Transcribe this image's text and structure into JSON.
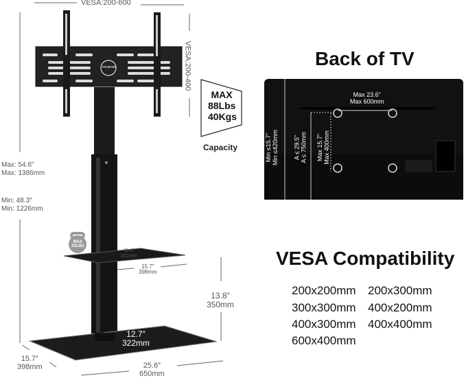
{
  "stand": {
    "vesa_horizontal": "VESA:200-600",
    "vesa_vertical": "VESA:200-400",
    "capacity": {
      "line1": "MAX",
      "line2": "88Lbs",
      "line3": "40Kgs",
      "label": "Capacity"
    },
    "brand_logo_text": "FITUEYES",
    "height_max": {
      "in": "Max: 54.6″",
      "mm": "Max: 1386mm"
    },
    "height_min": {
      "in": "Min: 48.3″",
      "mm": "Min: 1226mm"
    },
    "shelf_weight": {
      "line1": "MAX",
      "line2": "33LBS"
    },
    "shelf_depth": {
      "in": "11.4″",
      "mm": "322mm"
    },
    "shelf_width": {
      "in": "15.7″",
      "mm": "398mm"
    },
    "shelf_height": {
      "in": "13.8″",
      "mm": "350mm"
    },
    "base_depth_inner": {
      "in": "12.7″",
      "mm": "322mm"
    },
    "base_depth": {
      "in": "15.7″",
      "mm": "398mm"
    },
    "base_width": {
      "in": "25.6″",
      "mm": "650mm"
    }
  },
  "back_of_tv": {
    "title": "Back of TV",
    "max_width": {
      "in": "Max 23.6\"",
      "mm": "Max 600mm"
    },
    "max_height": {
      "in": "Max 15.7\"",
      "mm": "Max 400mm"
    },
    "a_dim": {
      "in": "A ≤ 29.5\"",
      "mm": "A ≤ 750mm"
    },
    "min_height": {
      "in": "Min ≤15.7\"",
      "mm": "Min ≤420mm"
    }
  },
  "vesa_compat": {
    "title": "VESA Compatibility",
    "sizes": [
      "200x200mm",
      "200x300mm",
      "300x300mm",
      "400x200mm",
      "400x300mm",
      "400x400mm",
      "600x400mm"
    ]
  }
}
